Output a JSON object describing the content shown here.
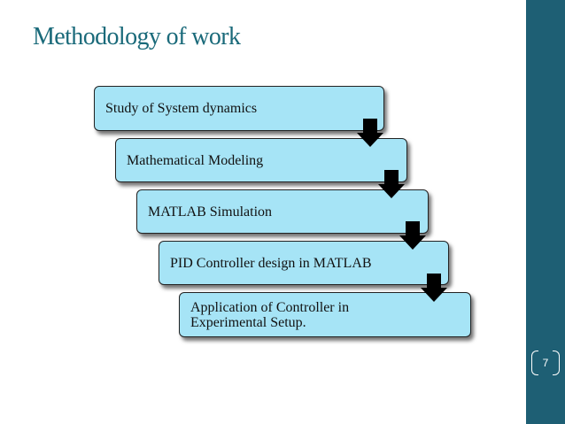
{
  "slide": {
    "title": "Methodology of work",
    "page_number": "7"
  },
  "colors": {
    "title": "#1a6a7a",
    "sidebar": "#1e5f74",
    "step_fill": "#a6e4f6",
    "arrow_fill": "#000000"
  },
  "steps": [
    {
      "label": "Study of System dynamics"
    },
    {
      "label": "Mathematical Modeling"
    },
    {
      "label": "MATLAB Simulation"
    },
    {
      "label": "PID Controller design in MATLAB"
    },
    {
      "label": "Application of Controller in Experimental Setup."
    }
  ]
}
